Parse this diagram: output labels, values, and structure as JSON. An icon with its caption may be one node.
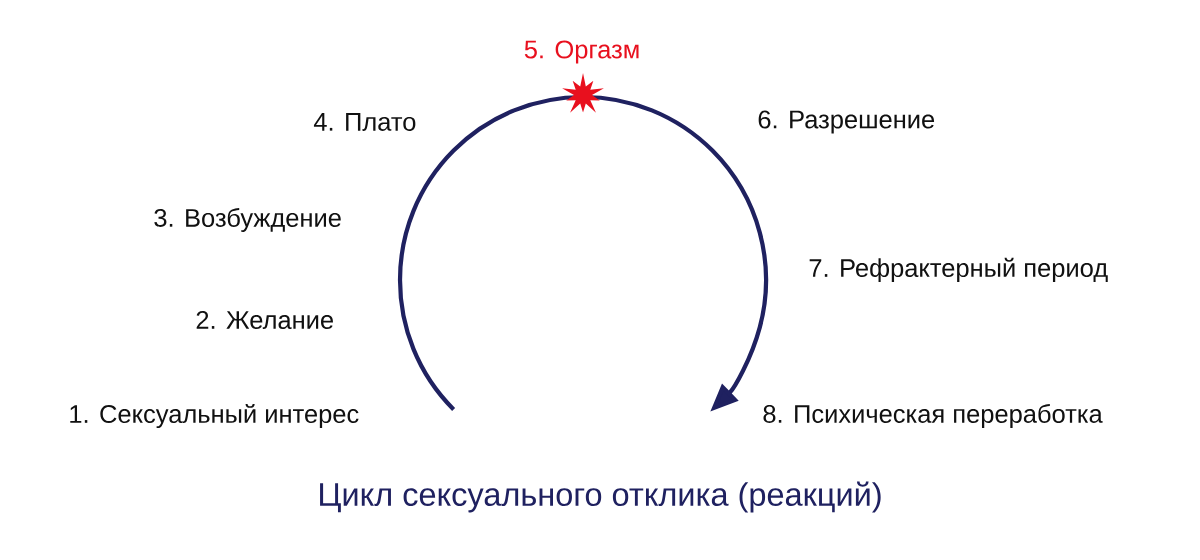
{
  "diagram": {
    "caption": "Цикл сексуального отклика (реакций)",
    "labels": [
      "5. Оргазм",
      "4. Плато",
      "6. Разрешение",
      "3. Возбуждение",
      "7. Рефрактерный период",
      "2. Желание",
      "1. Сексуальный интерес",
      "8. Психическая переработка"
    ]
  }
}
